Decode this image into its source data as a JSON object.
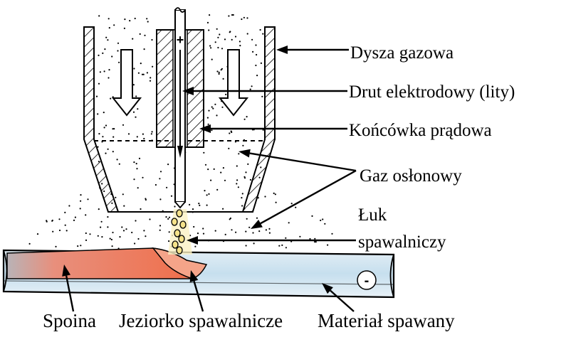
{
  "labels": {
    "gas_nozzle": "Dysza gazowa",
    "electrode_wire": "Drut elektrodowy (lity)",
    "contact_tip": "Końcówka prądowa",
    "shielding_gas": "Gaz osłonowy",
    "arc_line1": "Łuk",
    "arc_line2": "spawalniczy",
    "weld": "Spoina",
    "weld_pool": "Jeziorko spawalnicze",
    "base_material": "Materiał spawany"
  },
  "polarity": {
    "wire": "+",
    "workpiece": "-"
  },
  "colors": {
    "weld_bead": "#f07a55",
    "weld_pool": "#f5a489",
    "base_material": "#cfe4f0",
    "droplets": "#f5e28a",
    "ink": "#000000"
  }
}
